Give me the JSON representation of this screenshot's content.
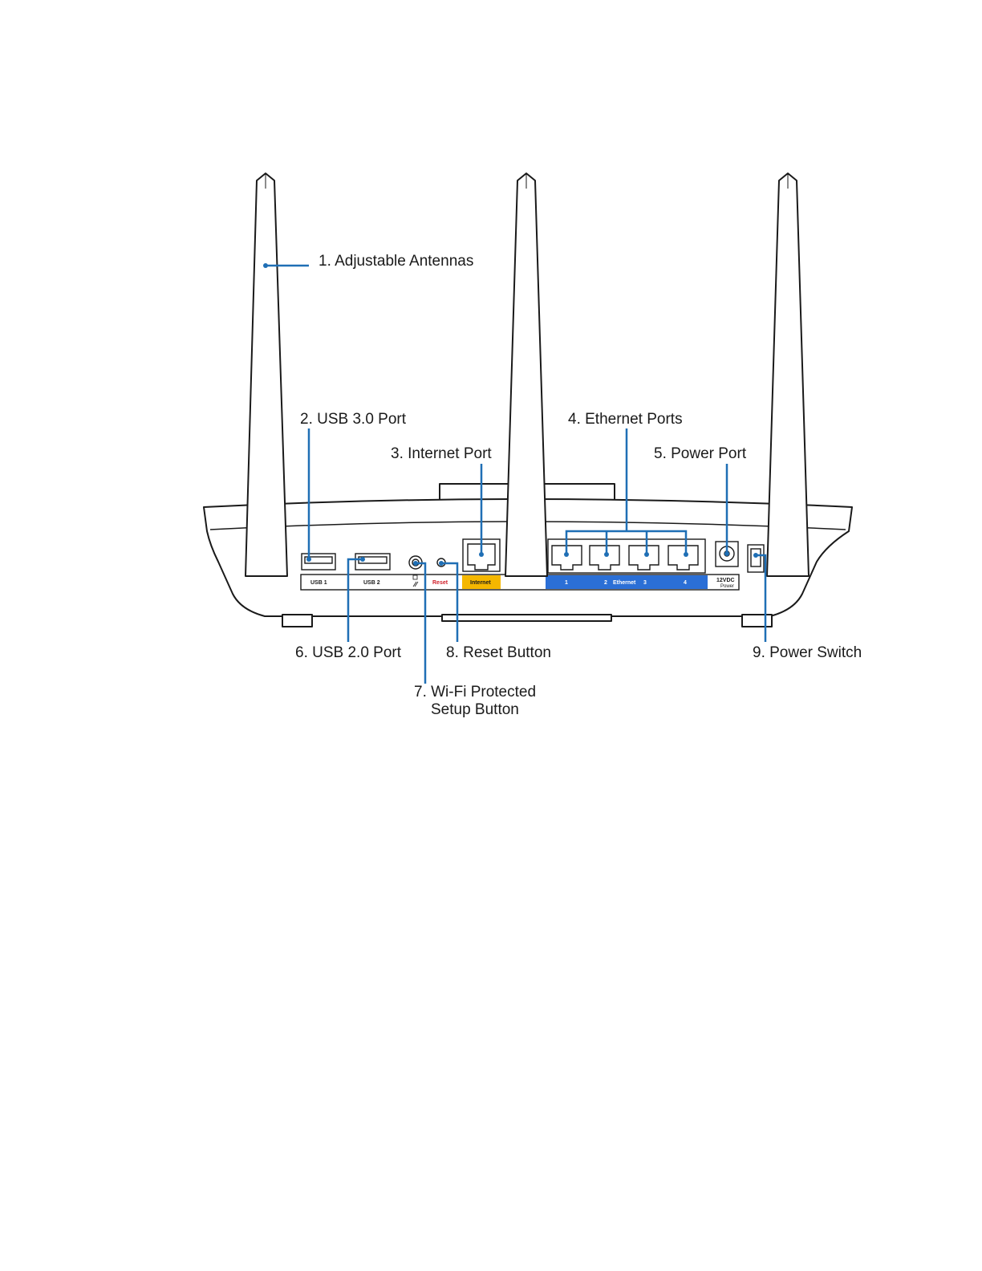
{
  "callouts": {
    "antennas": "1. Adjustable Antennas",
    "usb3": "2. USB 3.0 Port",
    "internet": "3. Internet Port",
    "ethernet": "4. Ethernet Ports",
    "power_port": "5. Power Port",
    "usb2": "6. USB 2.0 Port",
    "wps_line1": "7. Wi-Fi Protected",
    "wps_line2": "Setup Button",
    "reset": "8. Reset Button",
    "power_switch": "9. Power Switch"
  },
  "panel_labels": {
    "usb1": "USB 1",
    "usb2": "USB 2",
    "reset": "Reset",
    "internet": "Internet",
    "eth1": "1",
    "eth2": "2",
    "ethernet": "Ethernet",
    "eth3": "3",
    "eth4": "4",
    "power_volts": "12VDC",
    "power_word": "Power"
  },
  "colors": {
    "leader": "#1f6fb5",
    "internet_band": "#f5b700",
    "ethernet_band": "#2b6fd6",
    "reset_text": "#d0202a"
  }
}
